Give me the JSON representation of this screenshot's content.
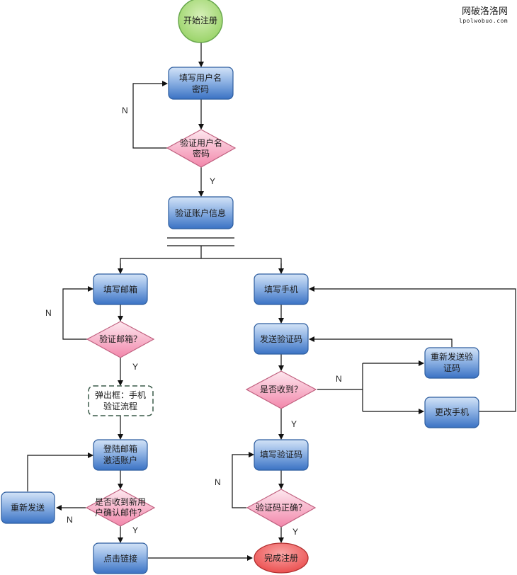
{
  "watermark": {
    "title": "网破洛洛网",
    "url": "lpolwobuo.com"
  },
  "colors": {
    "process_fill_top": "#c9dcf3",
    "process_fill_bottom": "#3f78c8",
    "process_stroke": "#2d5d9f",
    "decision_fill_top": "#fbe0ea",
    "decision_fill_bottom": "#f28fb0",
    "decision_stroke": "#c0607f",
    "start_fill": "#a8dc7a",
    "start_stroke": "#6aa84f",
    "end_fill": "#f06b6b",
    "end_stroke": "#b03030"
  },
  "nodes": {
    "start": "开始注册",
    "fill_username": [
      "填写用户名",
      "密码"
    ],
    "verify_username": [
      "验证用户名",
      "密码"
    ],
    "verify_account": "验证账户信息",
    "fill_email": "填写邮箱",
    "verify_email": "验证邮箱？",
    "popup_phone": [
      "弹出框：手机",
      "验证流程"
    ],
    "login_email": [
      "登陆邮箱",
      "激活账户"
    ],
    "received_email": [
      "是否收到新用",
      "户确认邮件？"
    ],
    "resend": "重新发送",
    "click_link": "点击链接",
    "fill_phone": "填写手机",
    "send_code": "发送验证码",
    "received_code": "是否收到？",
    "resend_code": [
      "重新发送验",
      "证码"
    ],
    "change_phone": "更改手机",
    "fill_code": "填写验证码",
    "code_correct": "验证码正确？",
    "finish": "完成注册"
  },
  "edge_labels": {
    "username_no": "N",
    "username_yes": "Y",
    "email_no": "N",
    "email_yes": "Y",
    "confirm_no": "N",
    "confirm_yes": "Y",
    "received_no": "N",
    "received_yes": "Y",
    "code_no": "N",
    "code_yes": "Y"
  }
}
